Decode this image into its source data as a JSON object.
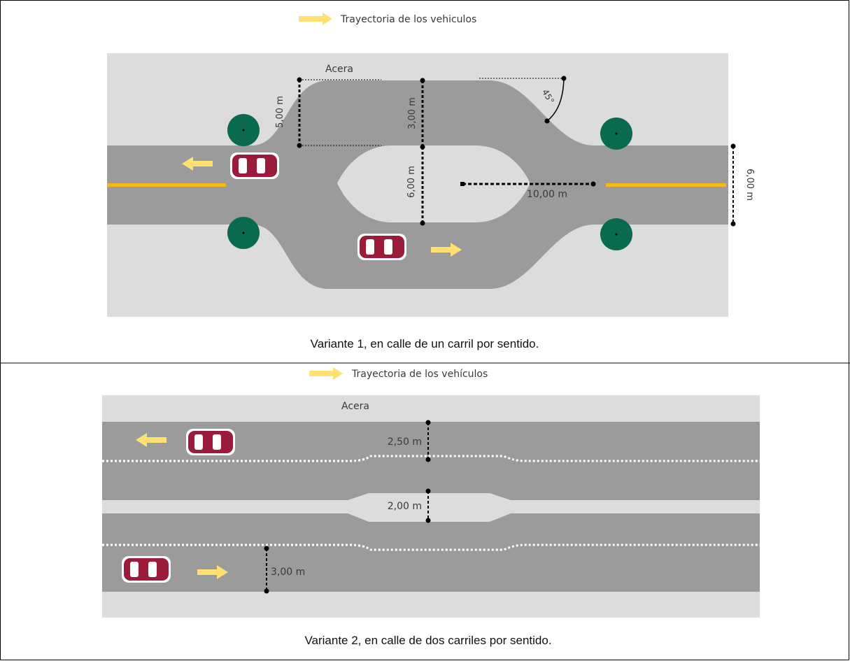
{
  "legend_label": "Trayectoria de los vehiculos",
  "variant1": {
    "sidewalk_label": "Acera",
    "dim_5m": "5,00 m",
    "dim_3m": "3,00 m",
    "dim_6m_island": "6,00 m",
    "dim_10m": "10,00 m",
    "dim_6m_road": "6,00 m",
    "angle_label": "45°",
    "caption": "Variante 1, en calle de un carril por sentido."
  },
  "variant2": {
    "legend_label": "Trayectoria de los vehículos",
    "sidewalk_label": "Acera",
    "dim_250": "2,50 m",
    "dim_200": "2,00 m",
    "dim_300": "3,00 m",
    "caption": "Variante 2, en calle de dos carriles por sentido."
  },
  "colors": {
    "road": "#9b9b9b",
    "sidewalk": "#dcdcdc",
    "center_line": "#f4b81c",
    "arrow": "#ffe070",
    "car": "#9b1b3b",
    "tree": "#0a6a4f",
    "border": "#000000"
  }
}
